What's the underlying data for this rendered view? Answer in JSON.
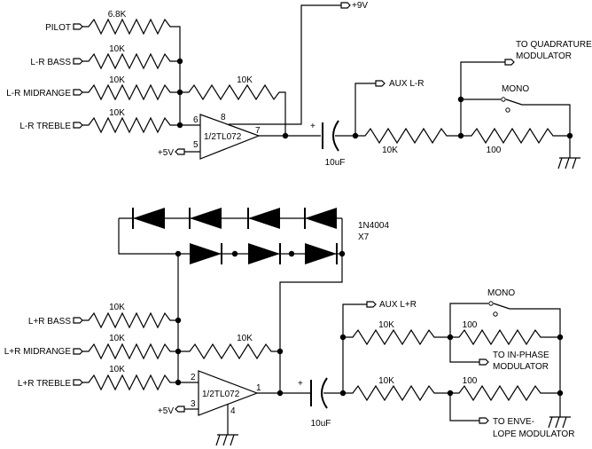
{
  "top": {
    "inputs": {
      "pilot": "PILOT",
      "bass": "L-R BASS",
      "midrange": "L-R MIDRANGE",
      "treble": "L-R TREBLE"
    },
    "resistors": {
      "pilot": "6.8K",
      "bass": "10K",
      "midrange": "10K",
      "treble": "10K",
      "feedback": "10K",
      "output": "10K",
      "mono": "100"
    },
    "opamp": {
      "label": "1/2TL072",
      "pin_in": "6",
      "pin_ref": "5",
      "pin_out": "7",
      "pin_supply": "8"
    },
    "supply": "+9V",
    "ref": "+5V",
    "cap": "10uF",
    "aux": "AUX L-R",
    "switch": "MONO",
    "dest_line1": "TO QUADRATURE",
    "dest_line2": "MODULATOR"
  },
  "bottom": {
    "inputs": {
      "bass": "L+R BASS",
      "midrange": "L+R MIDRANGE",
      "treble": "L+R TREBLE"
    },
    "resistors": {
      "bass": "10K",
      "midrange": "10K",
      "treble": "10K",
      "feedback": "10K",
      "upper": "10K",
      "lower": "10K",
      "r100_upper": "100",
      "r100_lower": "100"
    },
    "diodes": {
      "part": "1N4004",
      "count": "X7"
    },
    "opamp": {
      "label": "1/2TL072",
      "pin_in": "2",
      "pin_ref": "3",
      "pin_out": "1",
      "pin_gnd": "4"
    },
    "ref": "+5V",
    "cap": "10uF",
    "aux": "AUX L+R",
    "switch": "MONO",
    "dest1_line1": "TO IN-PHASE",
    "dest1_line2": "MODULATOR",
    "dest2_line1": "TO ENVE-",
    "dest2_line2": "LOPE MODULATOR"
  },
  "plus_mark": "+"
}
